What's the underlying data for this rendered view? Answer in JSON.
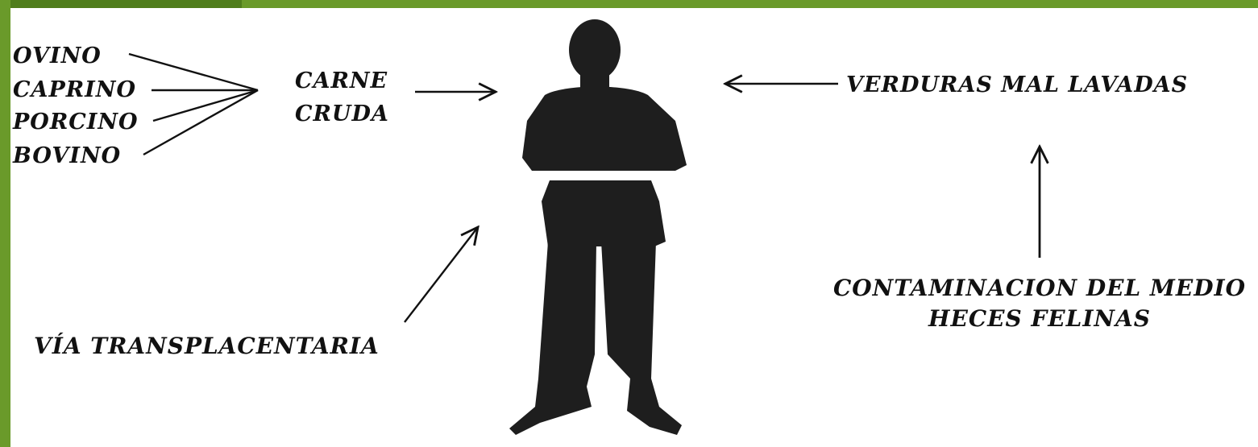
{
  "colors": {
    "frame_green": "#6a9a2a",
    "frame_green_dark": "#4f7d1c",
    "ink": "#111111",
    "silhouette": "#1e1e1e"
  },
  "icons": {
    "figure": "person-silhouette-icon"
  },
  "diagram": {
    "animals": [
      "OVINO",
      "CAPRINO",
      "PORCINO",
      "BOVINO"
    ],
    "meat": {
      "line1": "CARNE",
      "line2": "CRUDA"
    },
    "vegetables": "VERDURAS MAL LAVADAS",
    "placental": "VÍA TRANSPLACENTARIA",
    "environment": {
      "line1": "CONTAMINACION DEL MEDIO",
      "line2": "HECES FELINAS"
    }
  }
}
